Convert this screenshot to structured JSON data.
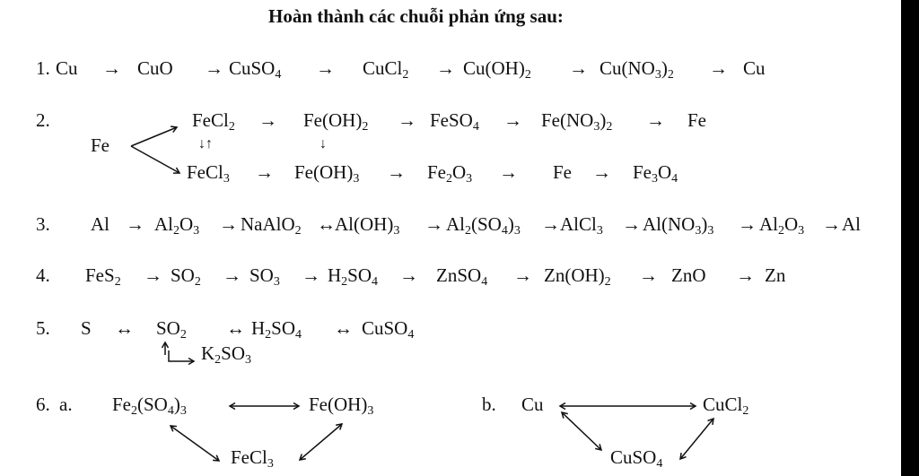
{
  "title": "Hoàn thành các chuỗi phản ứng sau:",
  "arrow": "→",
  "double_arrow": "↔",
  "down_arrow": "↓",
  "updown_arrows": "↓↑",
  "items": [
    {
      "num": "1.",
      "species": [
        "Cu",
        "CuO",
        "CuSO4",
        "CuCl2",
        "Cu(OH)2",
        "Cu(NO3)2",
        "Cu"
      ]
    },
    {
      "num": "2.",
      "start": "Fe",
      "top": [
        "FeCl2",
        "Fe(OH)2",
        "FeSO4",
        "Fe(NO3)2",
        "Fe"
      ],
      "bottom": [
        "FeCl3",
        "Fe(OH)3",
        "Fe2O3",
        "Fe",
        "Fe3O4"
      ]
    },
    {
      "num": "3.",
      "species": [
        "Al",
        "Al2O3",
        "NaAlO2",
        "Al(OH)3",
        "Al2(SO4)3",
        "AlCl3",
        "Al(NO3)3",
        "Al2O3",
        "Al"
      ]
    },
    {
      "num": "4.",
      "species": [
        "FeS2",
        "SO2",
        "SO3",
        "H2SO4",
        "ZnSO4",
        "Zn(OH)2",
        "ZnO",
        "Zn"
      ]
    },
    {
      "num": "5.",
      "species": [
        "S",
        "SO2",
        "H2SO4",
        "CuSO4"
      ],
      "branch": "K2SO3"
    },
    {
      "num": "6.",
      "a": {
        "label": "a.",
        "left": "Fe2(SO4)3",
        "right": "Fe(OH)3",
        "bottom": "FeCl3"
      },
      "b": {
        "label": "b.",
        "left": "Cu",
        "right": "CuCl2",
        "bottom": "CuSO4"
      }
    }
  ]
}
